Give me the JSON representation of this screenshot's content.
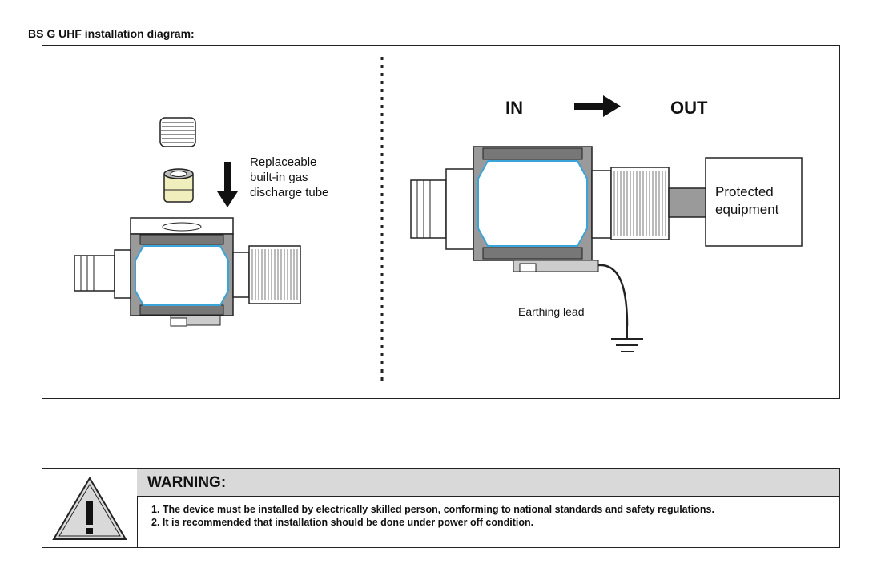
{
  "title": "BS G UHF installation diagram:",
  "diagram": {
    "left_label": "Replaceable\nbuilt-in gas\ndischarge tube",
    "in_label": "IN",
    "out_label": "OUT",
    "protected_label": "Protected\nequipment",
    "earthing_label": "Earthing lead"
  },
  "warning": {
    "title": "WARNING:",
    "items": [
      "1. The device must be installed by electrically skilled person, conforming to national standards and safety regulations.",
      "2. It is recommended that installation should be done under power off condition."
    ]
  },
  "colors": {
    "body_gray": "#9a9a9a",
    "accent_blue": "#3aa3d8",
    "header_gray": "#d9d9d9",
    "tube_yellow": "#f1eebd"
  },
  "icons": [
    "warning-triangle-icon",
    "down-arrow-icon",
    "right-arrow-icon",
    "ground-symbol-icon"
  ]
}
